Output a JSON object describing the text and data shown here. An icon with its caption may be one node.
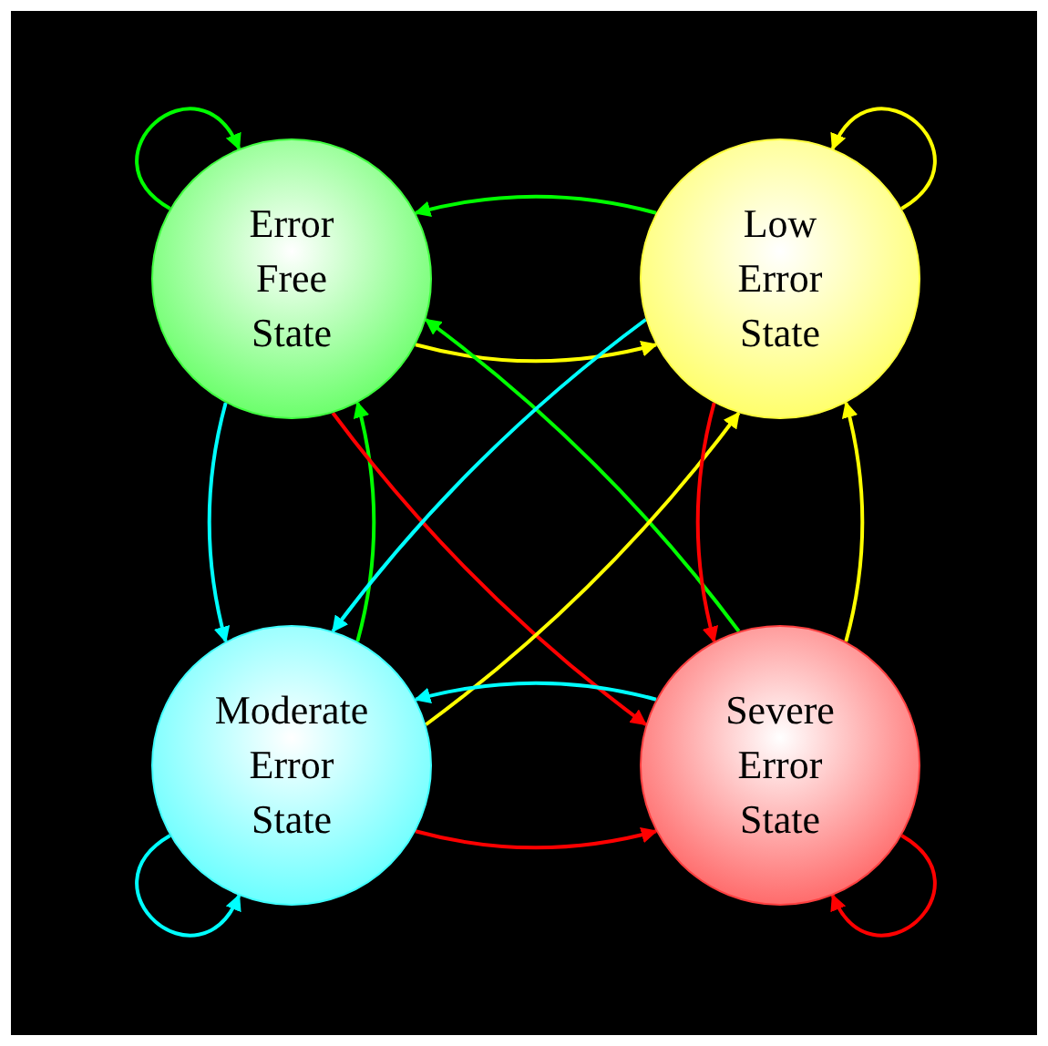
{
  "diagram": {
    "nodes": [
      {
        "text": [
          "Error Free State"
        ]
      },
      {
        "text": [
          "Low Error State"
        ]
      },
      {
        "text": [
          "Moderate Error State"
        ]
      },
      {
        "text": [
          "Severe Error State"
        ]
      }
    ],
    "edges": [
      {
        "from": 0,
        "to": 0,
        "arrow": "to",
        "color": "#00ff00"
      },
      {
        "from": 0,
        "to": 1,
        "arrow": "to",
        "color": "#ffff00"
      },
      {
        "from": 1,
        "to": 0,
        "arrow": "to",
        "color": "#00ff00"
      },
      {
        "from": 1,
        "to": 1,
        "arrow": "to",
        "color": "#ffff00"
      },
      {
        "from": 0,
        "to": 2,
        "arrow": "to",
        "color": "#00ffff"
      },
      {
        "from": 2,
        "to": 0,
        "arrow": "to",
        "color": "#00ff00"
      },
      {
        "from": 0,
        "to": 3,
        "arrow": "to",
        "color": "#ff0000"
      },
      {
        "from": 3,
        "to": 0,
        "arrow": "to",
        "color": "#00ff00"
      },
      {
        "from": 1,
        "to": 2,
        "arrow": "to",
        "color": "#00ffff"
      },
      {
        "from": 2,
        "to": 1,
        "arrow": "to",
        "color": "#ffff00"
      },
      {
        "from": 1,
        "to": 3,
        "arrow": "to",
        "color": "#ff0000"
      },
      {
        "from": 3,
        "to": 1,
        "arrow": "to",
        "color": "#ffff00"
      },
      {
        "from": 2,
        "to": 3,
        "arrow": "to",
        "color": "#ff0000"
      },
      {
        "from": 3,
        "to": 2,
        "arrow": "to",
        "color": "#00ffff"
      },
      {
        "from": 2,
        "to": 2,
        "arrow": "to",
        "color": "#00ffff"
      },
      {
        "from": 3,
        "to": 3,
        "arrow": "to",
        "color": "#ff0000"
      }
    ]
  }
}
